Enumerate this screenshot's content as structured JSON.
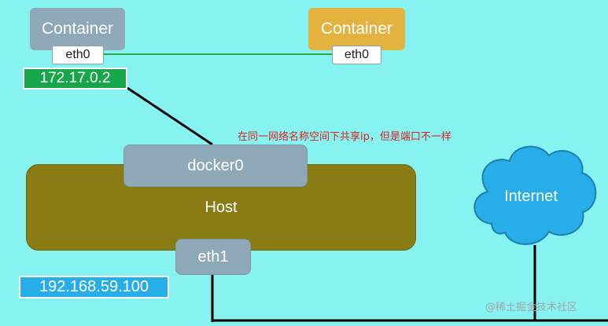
{
  "diagram": {
    "containers": [
      {
        "label": "Container",
        "interface": "eth0",
        "ip": "172.17.0.2",
        "color": "#8fa9b8"
      },
      {
        "label": "Container",
        "interface": "eth0",
        "color": "#e3b23f"
      }
    ],
    "bridge": {
      "label": "docker0"
    },
    "host": {
      "label": "Host",
      "interface": "eth1",
      "ip": "192.168.59.100",
      "color": "#8a7c14"
    },
    "cloud": {
      "label": "Internet",
      "color": "#27aee8"
    },
    "annotation": "在同一网络名称空间下共享ip，但是端口不一样",
    "watermark": "@稀土掘金技术社区",
    "colors": {
      "background": "#86f3f1",
      "link_green": "#2fa04a",
      "link_black": "#000000",
      "annotation_red": "#e02020"
    }
  }
}
